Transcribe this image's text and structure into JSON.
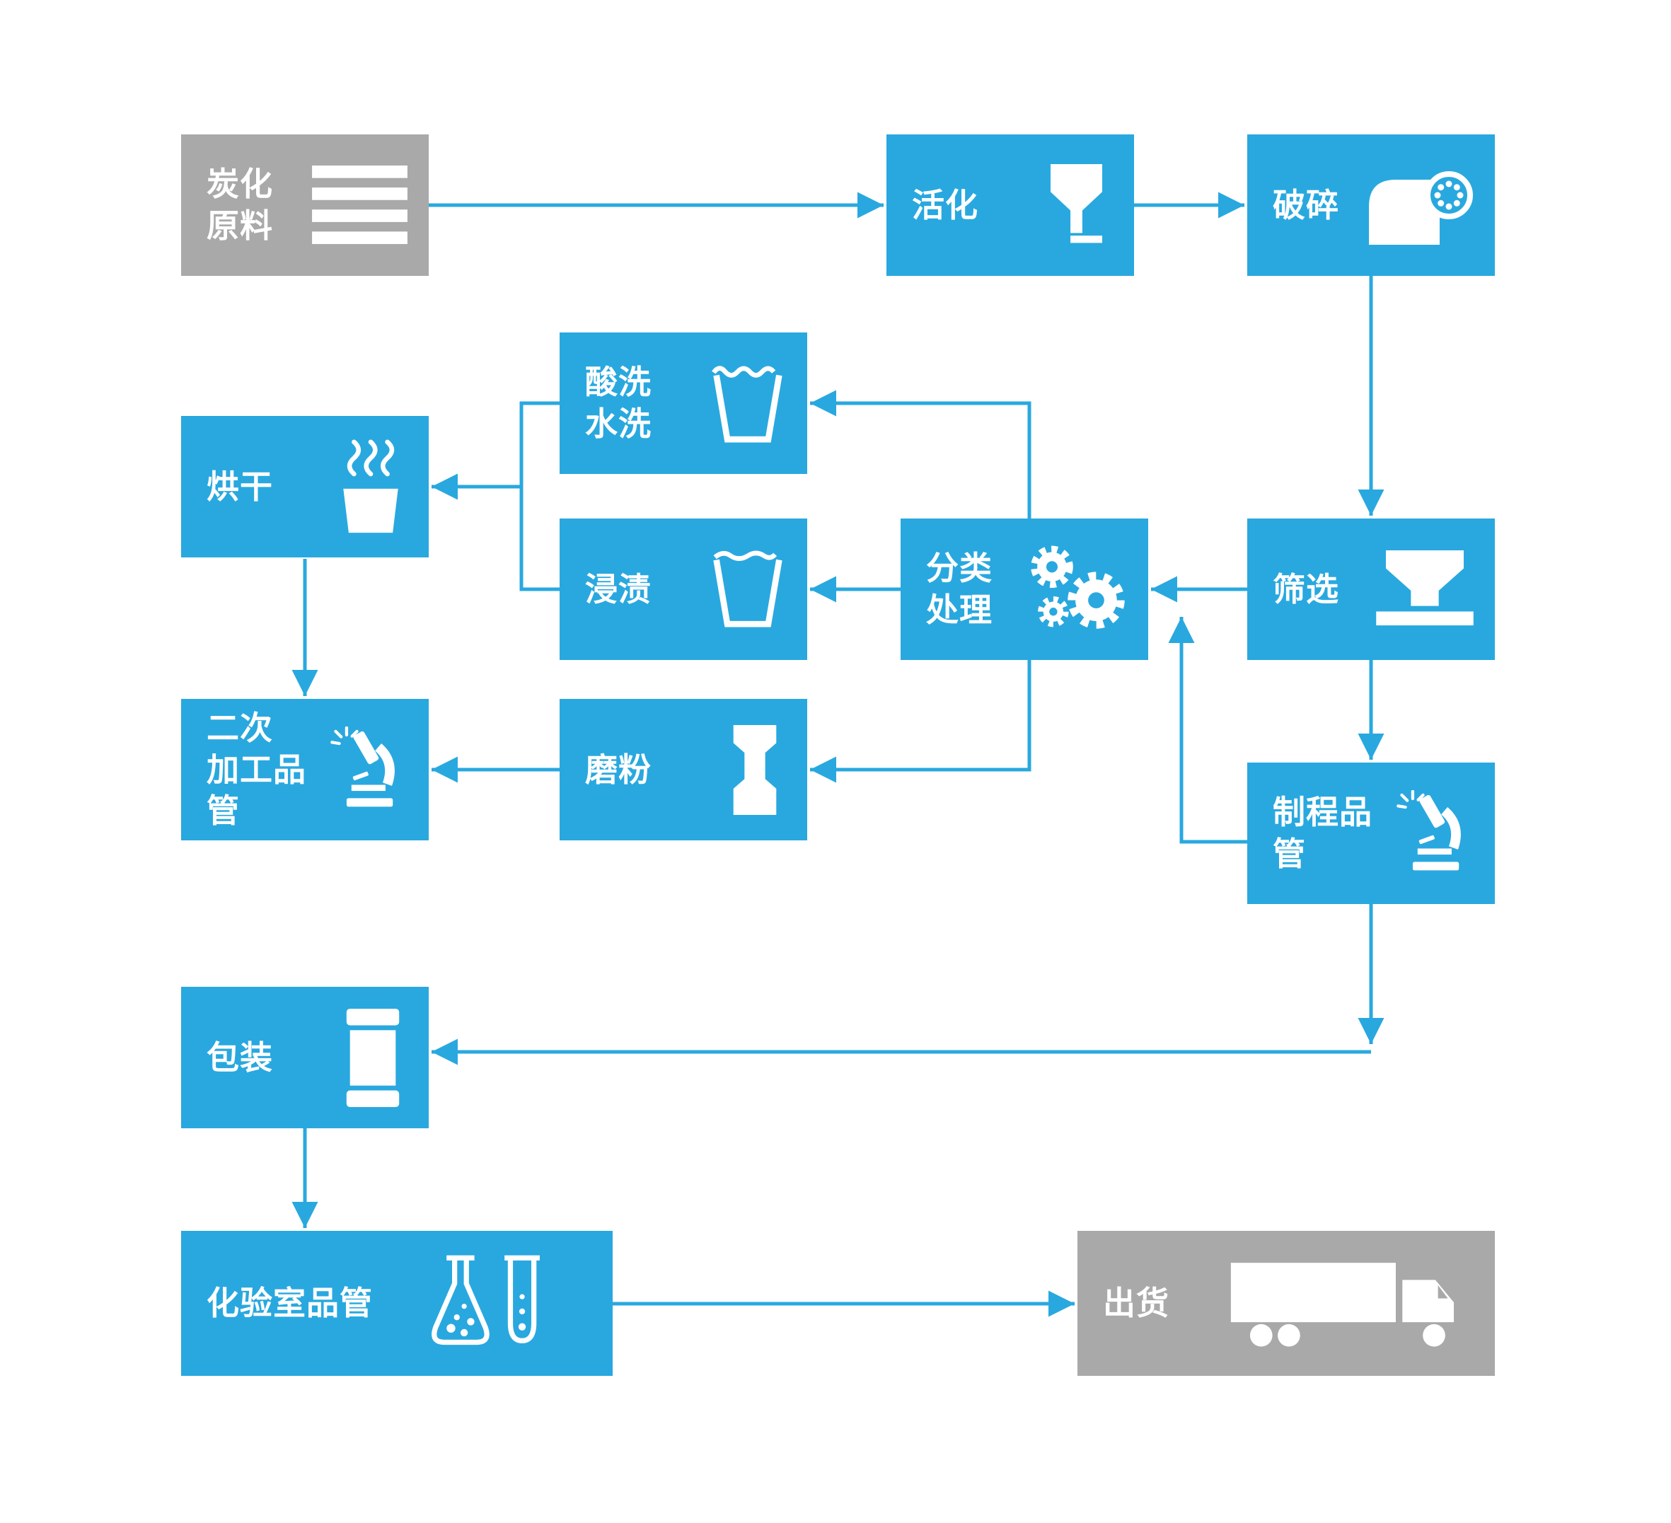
{
  "diagram": {
    "type": "flowchart",
    "colors": {
      "primary_blue": "#29A8DF",
      "neutral_gray": "#A9A9A9",
      "icon_and_text": "#FFFFFF",
      "background": "#FFFFFF"
    },
    "nodes": {
      "carbonized_material": {
        "label": "炭化\n原料",
        "style": "gray",
        "icon": "stacked-sheets"
      },
      "activation": {
        "label": "活化",
        "style": "blue",
        "icon": "funnel"
      },
      "crushing": {
        "label": "破碎",
        "style": "blue",
        "icon": "crusher"
      },
      "acid_water_wash": {
        "label": "酸洗\n水洗",
        "style": "blue",
        "icon": "wash-cup"
      },
      "drying": {
        "label": "烘干",
        "style": "blue",
        "icon": "steam-cup"
      },
      "impregnation": {
        "label": "浸渍",
        "style": "blue",
        "icon": "soak-cup"
      },
      "classification": {
        "label": "分类\n处理",
        "style": "blue",
        "icon": "gears"
      },
      "screening": {
        "label": "筛选",
        "style": "blue",
        "icon": "sieve-hopper"
      },
      "secondary_qc": {
        "label": "二次\n加工品管",
        "style": "blue",
        "icon": "microscope"
      },
      "milling": {
        "label": "磨粉",
        "style": "blue",
        "icon": "grinder"
      },
      "process_qc": {
        "label": "制程品管",
        "style": "blue",
        "icon": "microscope"
      },
      "packaging": {
        "label": "包装",
        "style": "blue",
        "icon": "package"
      },
      "lab_qc": {
        "label": "化验室品管",
        "style": "blue",
        "icon": "lab-flasks"
      },
      "shipping": {
        "label": "出货",
        "style": "gray",
        "icon": "truck"
      }
    },
    "edges": [
      {
        "from": "carbonized_material",
        "to": "activation"
      },
      {
        "from": "activation",
        "to": "crushing"
      },
      {
        "from": "crushing",
        "to": "screening"
      },
      {
        "from": "screening",
        "to": "classification"
      },
      {
        "from": "classification",
        "to": "impregnation"
      },
      {
        "from": "classification",
        "to": "acid_water_wash"
      },
      {
        "from": "acid_water_wash",
        "to": "drying"
      },
      {
        "from": "impregnation",
        "to": "drying"
      },
      {
        "from": "drying",
        "to": "secondary_qc"
      },
      {
        "from": "classification",
        "to": "milling"
      },
      {
        "from": "milling",
        "to": "secondary_qc"
      },
      {
        "from": "screening",
        "to": "process_qc"
      },
      {
        "from": "process_qc",
        "to": "screening_classification_flow",
        "note": "feedback loop upward"
      },
      {
        "from": "process_qc",
        "to": "packaging"
      },
      {
        "from": "packaging",
        "to": "lab_qc"
      },
      {
        "from": "lab_qc",
        "to": "shipping"
      }
    ]
  }
}
